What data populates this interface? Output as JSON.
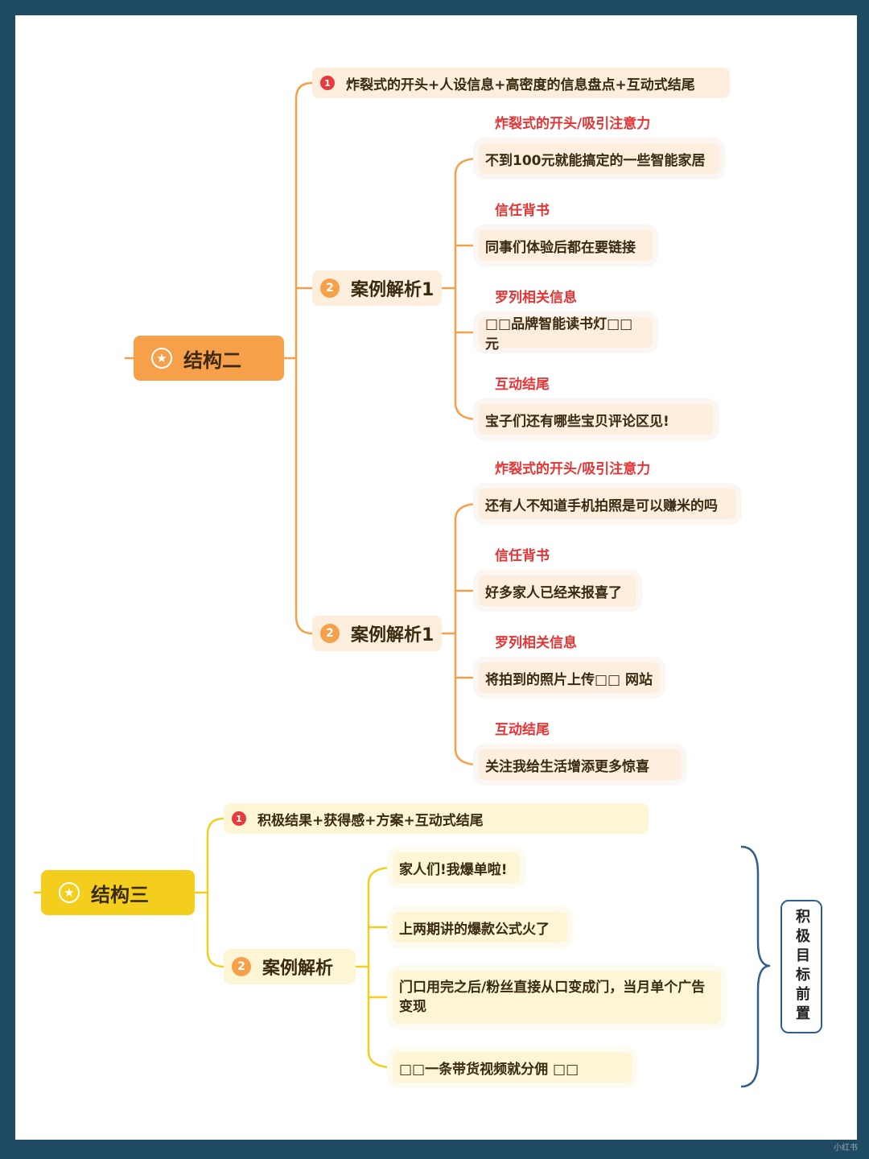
{
  "structure2": {
    "root": "结构二",
    "root_icon": "star-icon",
    "summary_num": "1",
    "summary": "炸裂式的开头+人设信息+高密度的信息盘点+互动式结尾",
    "cases": [
      {
        "num": "2",
        "title": "案例解析1",
        "items": [
          {
            "label": "炸裂式的开头/吸引注意力",
            "text": "不到100元就能搞定的一些智能家居"
          },
          {
            "label": "信任背书",
            "text": "同事们体验后都在要链接"
          },
          {
            "label": "罗列相关信息",
            "text": "□□品牌智能读书灯□□ 元"
          },
          {
            "label": "互动结尾",
            "text": "宝子们还有哪些宝贝评论区见!"
          }
        ]
      },
      {
        "num": "2",
        "title": "案例解析1",
        "items": [
          {
            "label": "炸裂式的开头/吸引注意力",
            "text": "还有人不知道手机拍照是可以赚米的吗"
          },
          {
            "label": "信任背书",
            "text": "好多家人已经来报喜了"
          },
          {
            "label": "罗列相关信息",
            "text": "将拍到的照片上传□□ 网站"
          },
          {
            "label": "互动结尾",
            "text": "关注我给生活增添更多惊喜"
          }
        ]
      }
    ]
  },
  "structure3": {
    "root": "结构三",
    "root_icon": "star-icon",
    "summary_num": "1",
    "summary": "积极结果+获得感+方案+互动式结尾",
    "case": {
      "num": "2",
      "title": "案例解析",
      "items": [
        "家人们!我爆单啦!",
        "上两期讲的爆款公式火了",
        "门口用完之后/粉丝直接从口变成门，当月单个广告变现",
        "□□一条带货视频就分佣 □□"
      ]
    },
    "side_note": "积极目标前置"
  },
  "watermark": "小红书",
  "colors": {
    "orange": "#f6a04a",
    "yellow": "#f4ce1d",
    "red_label": "#e63434",
    "brace_blue": "#2f5f8e",
    "frame": "#1f4a63"
  }
}
